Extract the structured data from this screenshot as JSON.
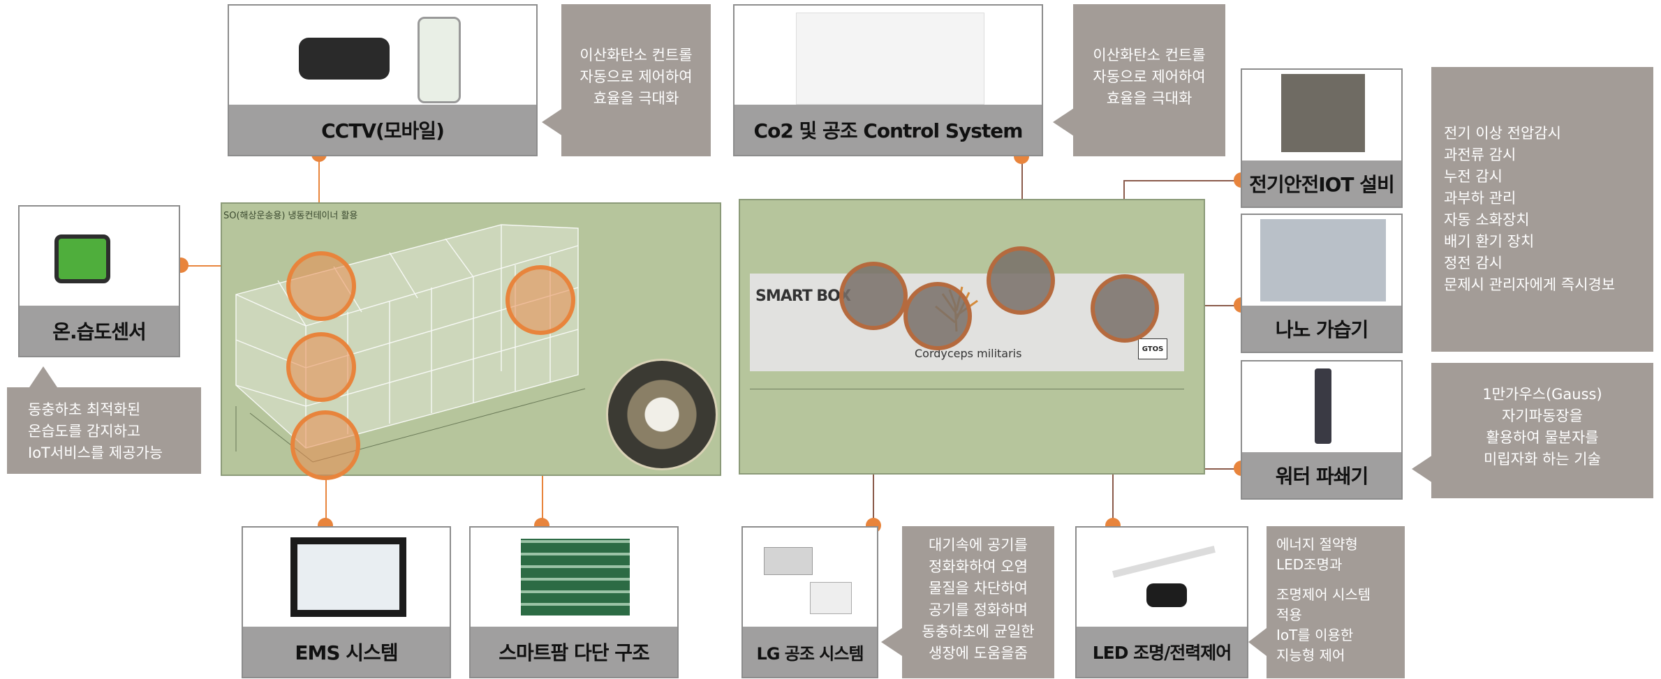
{
  "cards": {
    "cctv": "CCTV(모바일)",
    "co2": "Co2 및 공조 Control System",
    "sensor": "온.습도센서",
    "elec": "전기안전IOT 설비",
    "nano": "나노 가습기",
    "water": "워터  파쇄기",
    "ems": "EMS 시스템",
    "farm": "스마트팜 다단 구조",
    "lg": "LG 공조 시스템",
    "led": "LED 조명/전력제어"
  },
  "notes": {
    "cctv": [
      "이산화탄소 컨트롤",
      "자동으로 제어하여",
      "효율을 극대화"
    ],
    "co2": [
      "이산화탄소 컨트롤",
      "자동으로 제어하여",
      "효율을 극대화"
    ],
    "sensor": [
      "동충하초 최적화된",
      "온습도를 감지하고",
      "IoT서비스를 제공가능"
    ],
    "elec": [
      "전기 이상 전압감시",
      "과전류 감시",
      "누전 감시",
      "과부하 관리",
      "자동 소화장치",
      "배기 환기 장치",
      "정전 감시",
      "문제시 관리자에게 즉시경보"
    ],
    "water": [
      "1만가우스(Gauss)",
      "자기파동장을",
      "활용하여 물분자를",
      "미립자화 하는 기술"
    ],
    "lg": [
      "대기속에 공기를",
      "정화화하여 오염",
      "물질을 차단하여",
      "공기를 정화하며",
      "동충하초에 균일한",
      "생장에 도움을줌"
    ],
    "led": [
      "에너지 절약형",
      "LED조명과",
      "",
      "조명제어 시스템",
      "적용",
      "IoT를 이용한",
      "지능형 제어"
    ]
  },
  "drawings": {
    "container_title": "SO(해상운송용) 냉동컨테이너 활용",
    "smartbox_label": "SMART BOX",
    "species": "Cordyceps militaris",
    "logo": "GTOS"
  }
}
